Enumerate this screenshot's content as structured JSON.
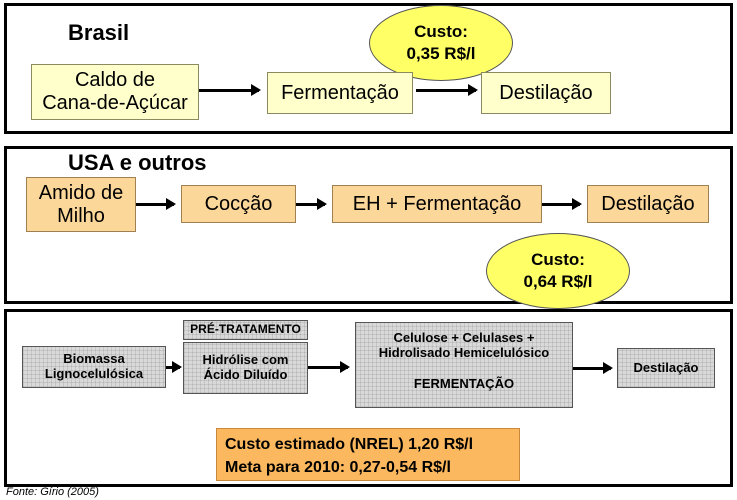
{
  "panel1": {
    "heading": "Brasil",
    "cost_label": "Custo:",
    "cost_value": "0,35 R$/l",
    "steps": [
      {
        "line1": "Caldo de",
        "line2": "Cana-de-Açúcar"
      },
      {
        "line1": "Fermentação"
      },
      {
        "line1": "Destilação"
      }
    ]
  },
  "panel2": {
    "heading": "USA e outros",
    "cost_label": "Custo:",
    "cost_value": "0,64 R$/l",
    "steps": [
      {
        "line1": "Amido de",
        "line2": "Milho"
      },
      {
        "line1": "Cocção"
      },
      {
        "line1": "EH + Fermentação"
      },
      {
        "line1": "Destilação"
      }
    ]
  },
  "panel3": {
    "pretreatment_label": "PRÉ-TRATAMENTO",
    "steps": [
      {
        "line1": "Biomassa",
        "line2": "Lignocelulósica"
      },
      {
        "line1": "Hidrólise com",
        "line2": "Ácido Diluído"
      },
      {
        "line1": "Celulose + Celulases +",
        "line2": "Hidrolisado Hemicelulósico",
        "line3": "FERMENTAÇÃO"
      },
      {
        "line1": "Destilação"
      }
    ],
    "cost_estimate": "Custo estimado (NREL) 1,20 R$/l",
    "goal": "Meta para 2010: 0,27-0,54 R$/l"
  },
  "source": "Fonte: Gírio (2005)",
  "colors": {
    "cream": "#ffffcc",
    "orange": "#fcd79a",
    "gray": "#d9d9d9",
    "cost_ellipse": "#ffff66",
    "cost_box": "#fbb85e"
  }
}
